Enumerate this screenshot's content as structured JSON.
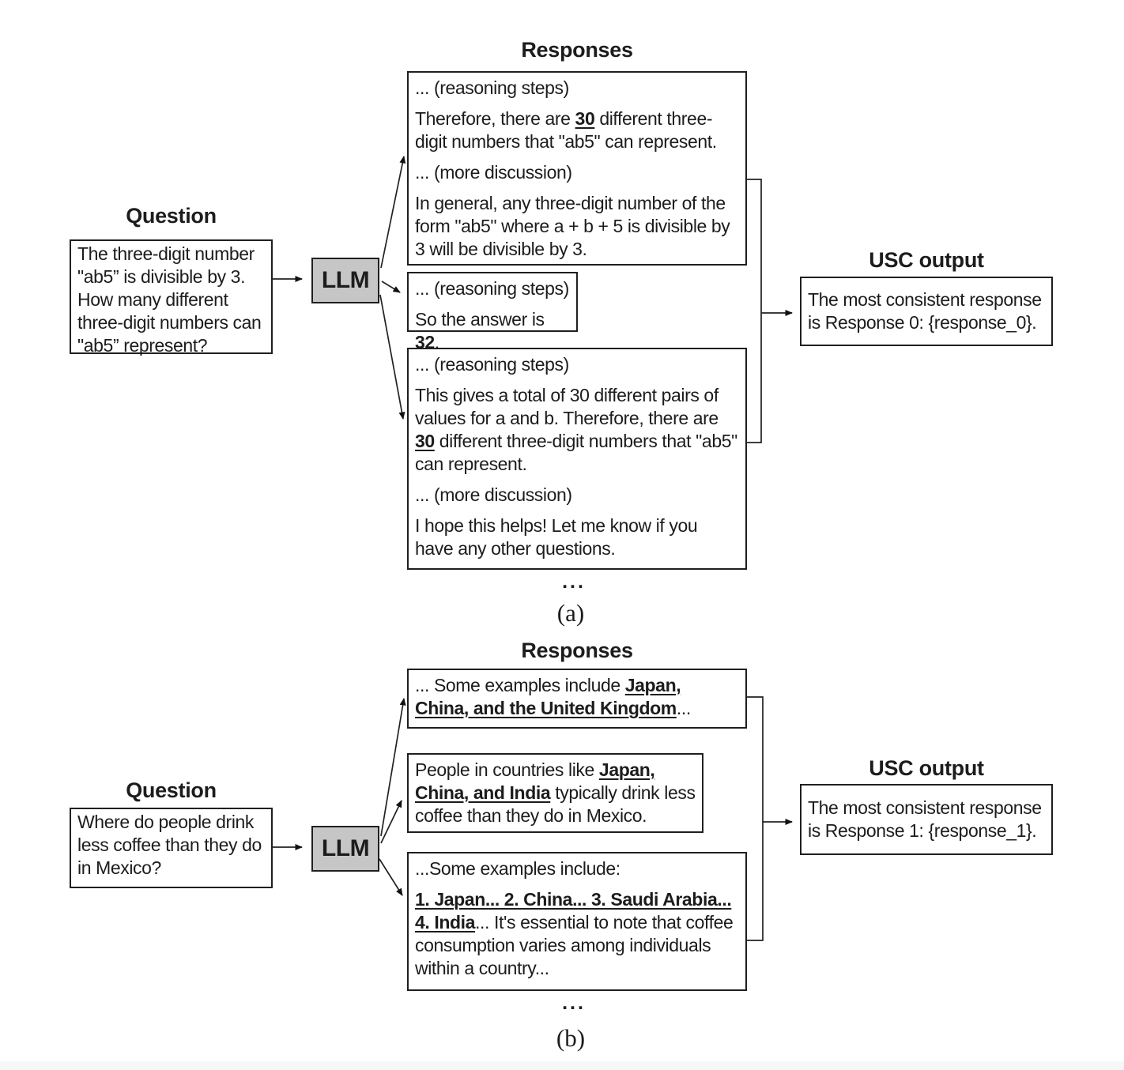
{
  "panels": [
    {
      "caption": "(a)",
      "labels": {
        "question_title": "Question",
        "responses_title": "Responses",
        "usc_title": "USC output",
        "llm": "LLM",
        "ellipsis": "..."
      },
      "question": "The three-digit number \"ab5” is divisible by 3. How many different three-digit numbers can \"ab5” represent?",
      "usc_output": "The most consistent response is Response 0: {response_0}.",
      "responses": [
        {
          "paragraphs": [
            [
              {
                "t": "... (reasoning steps)"
              }
            ],
            [
              {
                "t": "Therefore, there are "
              },
              {
                "t": "30",
                "emph": true
              },
              {
                "t": " different three-digit numbers that \"ab5\" can represent."
              }
            ],
            [
              {
                "t": "... (more discussion)"
              }
            ],
            [
              {
                "t": "In general, any three-digit number of the form \"ab5\" where a + b + 5 is divisible by 3 will be divisible by 3."
              }
            ]
          ]
        },
        {
          "paragraphs": [
            [
              {
                "t": "... (reasoning steps)"
              }
            ],
            [
              {
                "t": "So the answer is "
              },
              {
                "t": "32",
                "emph": true
              },
              {
                "t": "."
              }
            ]
          ]
        },
        {
          "paragraphs": [
            [
              {
                "t": "... (reasoning steps)"
              }
            ],
            [
              {
                "t": "This gives a total of 30 different pairs of values for a and b. Therefore, there are "
              },
              {
                "t": "30",
                "emph": true
              },
              {
                "t": " different three-digit numbers that \"ab5\" can represent."
              }
            ],
            [
              {
                "t": "... (more discussion)"
              }
            ],
            [
              {
                "t": "I hope this helps! Let me know if you have any other questions."
              }
            ]
          ]
        }
      ]
    },
    {
      "caption": "(b)",
      "labels": {
        "question_title": "Question",
        "responses_title": "Responses",
        "usc_title": "USC output",
        "llm": "LLM",
        "ellipsis": "..."
      },
      "question": "Where do people drink less coffee than they do in Mexico?",
      "usc_output": "The most consistent response is Response 1: {response_1}.",
      "responses": [
        {
          "paragraphs": [
            [
              {
                "t": "... Some examples include "
              },
              {
                "t": "Japan, China, and the United Kingdom",
                "emph": true
              },
              {
                "t": "..."
              }
            ]
          ]
        },
        {
          "paragraphs": [
            [
              {
                "t": "People in countries like "
              },
              {
                "t": "Japan, China, and India",
                "emph": true
              },
              {
                "t": " typically drink less coffee than they do in Mexico."
              }
            ]
          ]
        },
        {
          "paragraphs": [
            [
              {
                "t": "...Some examples include:"
              }
            ],
            [
              {
                "t": "1. Japan... 2. China... 3. Saudi Arabia... 4. India",
                "emph": true
              },
              {
                "t": "... It's essential to note that coffee consumption varies among individuals within a country..."
              }
            ]
          ]
        }
      ]
    }
  ]
}
